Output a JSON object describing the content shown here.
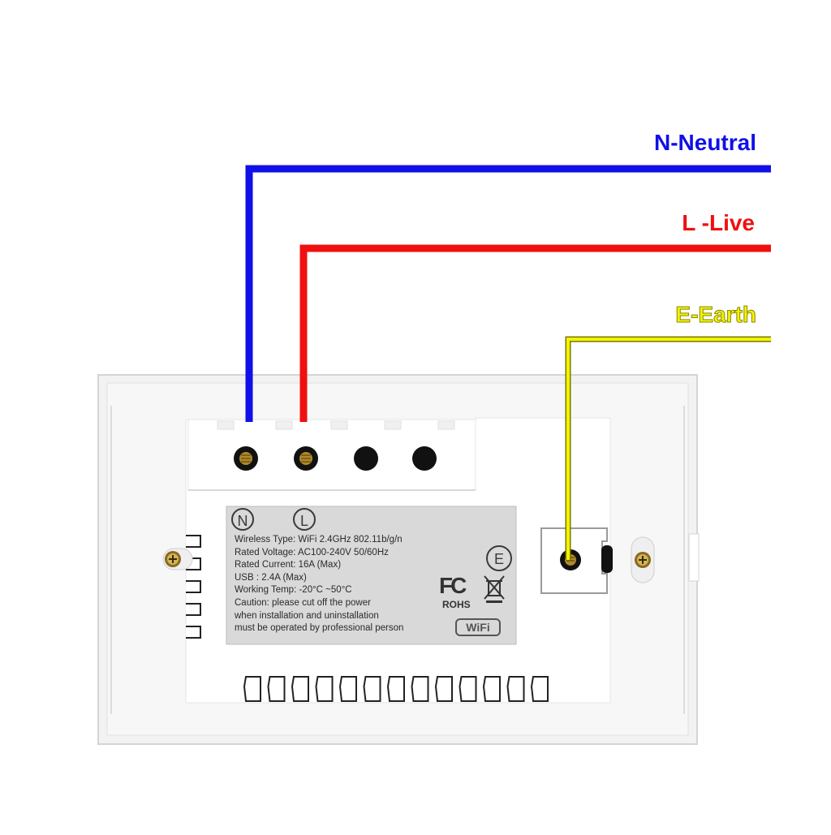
{
  "wires": {
    "neutral": {
      "label": "N-Neutral",
      "color": "#1010e8"
    },
    "live": {
      "label": "L -Live",
      "color": "#f01010"
    },
    "earth": {
      "label": "E-Earth",
      "color": "#f2f200"
    }
  },
  "terminal_marks": {
    "neutral": "N",
    "live": "L",
    "earth": "E"
  },
  "spec_label": {
    "lines": [
      "Wireless Type: WiFi 2.4GHz 802.11b/g/n",
      "Rated Voltage: AC100-240V 50/60Hz",
      "Rated Current: 16A (Max)",
      "USB : 2.4A (Max)",
      "Working Temp: -20°C ~50°C",
      "Caution: please cut off the power",
      "when installation and uninstallation",
      "must be operated by professional person"
    ],
    "cert_fc": "FC",
    "cert_rohs": "ROHS",
    "wifi_logo": "WiFi"
  },
  "colors": {
    "plate": "#f4f4f4",
    "plate_edge": "#d8d8d8",
    "label_bg": "#d9d9d9",
    "terminal_brass": "#b08a2a"
  },
  "icons": [
    "screw-icon",
    "weee-bin-icon"
  ]
}
